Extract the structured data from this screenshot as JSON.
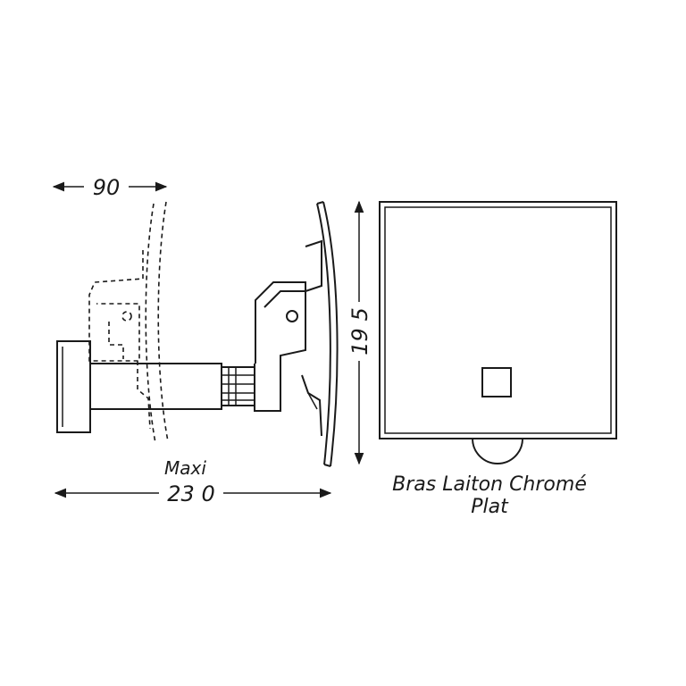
{
  "dimensions": {
    "projection": "90",
    "extension": "23 0",
    "height": "19 5",
    "extension_note": "Maxi"
  },
  "caption": {
    "line1": "Bras Laiton Chromé",
    "line2": "Plat"
  },
  "colors": {
    "ink": "#1a1a1a",
    "background": "#ffffff"
  }
}
